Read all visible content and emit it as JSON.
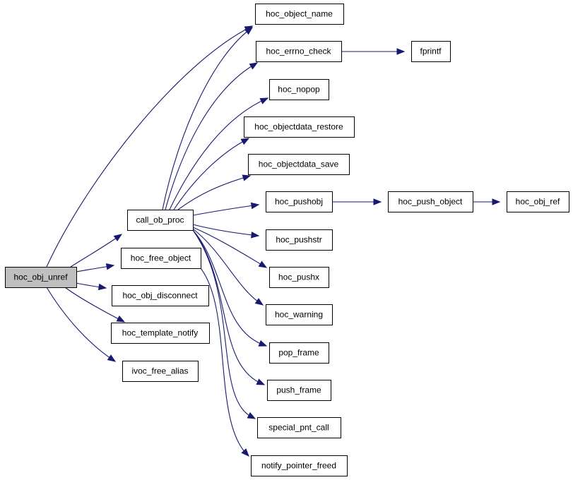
{
  "graph": {
    "colors": {
      "edge": "#191970",
      "node_border": "#000000",
      "root_fill": "#bfbfbf",
      "node_fill": "#ffffff"
    },
    "nodes": [
      {
        "id": "hoc_obj_unref",
        "label": "hoc_obj_unref",
        "root": true
      },
      {
        "id": "call_ob_proc",
        "label": "call_ob_proc"
      },
      {
        "id": "hoc_free_object",
        "label": "hoc_free_object"
      },
      {
        "id": "hoc_obj_disconnect",
        "label": "hoc_obj_disconnect"
      },
      {
        "id": "hoc_template_notify",
        "label": "hoc_template_notify"
      },
      {
        "id": "ivoc_free_alias",
        "label": "ivoc_free_alias"
      },
      {
        "id": "hoc_object_name",
        "label": "hoc_object_name"
      },
      {
        "id": "hoc_errno_check",
        "label": "hoc_errno_check"
      },
      {
        "id": "fprintf",
        "label": "fprintf"
      },
      {
        "id": "hoc_nopop",
        "label": "hoc_nopop"
      },
      {
        "id": "hoc_objectdata_restore",
        "label": "hoc_objectdata_restore"
      },
      {
        "id": "hoc_objectdata_save",
        "label": "hoc_objectdata_save"
      },
      {
        "id": "hoc_pushobj",
        "label": "hoc_pushobj"
      },
      {
        "id": "hoc_push_object",
        "label": "hoc_push_object"
      },
      {
        "id": "hoc_obj_ref",
        "label": "hoc_obj_ref"
      },
      {
        "id": "hoc_pushstr",
        "label": "hoc_pushstr"
      },
      {
        "id": "hoc_pushx",
        "label": "hoc_pushx"
      },
      {
        "id": "hoc_warning",
        "label": "hoc_warning"
      },
      {
        "id": "pop_frame",
        "label": "pop_frame"
      },
      {
        "id": "push_frame",
        "label": "push_frame"
      },
      {
        "id": "special_pnt_call",
        "label": "special_pnt_call"
      },
      {
        "id": "notify_pointer_freed",
        "label": "notify_pointer_freed"
      }
    ],
    "edges": [
      {
        "from": "hoc_obj_unref",
        "to": "hoc_object_name"
      },
      {
        "from": "hoc_obj_unref",
        "to": "call_ob_proc"
      },
      {
        "from": "hoc_obj_unref",
        "to": "hoc_free_object"
      },
      {
        "from": "hoc_obj_unref",
        "to": "hoc_obj_disconnect"
      },
      {
        "from": "hoc_obj_unref",
        "to": "hoc_template_notify"
      },
      {
        "from": "hoc_obj_unref",
        "to": "ivoc_free_alias"
      },
      {
        "from": "call_ob_proc",
        "to": "hoc_object_name"
      },
      {
        "from": "call_ob_proc",
        "to": "hoc_errno_check"
      },
      {
        "from": "call_ob_proc",
        "to": "hoc_nopop"
      },
      {
        "from": "call_ob_proc",
        "to": "hoc_objectdata_restore"
      },
      {
        "from": "call_ob_proc",
        "to": "hoc_objectdata_save"
      },
      {
        "from": "call_ob_proc",
        "to": "hoc_pushobj"
      },
      {
        "from": "call_ob_proc",
        "to": "hoc_pushstr"
      },
      {
        "from": "call_ob_proc",
        "to": "hoc_pushx"
      },
      {
        "from": "call_ob_proc",
        "to": "hoc_warning"
      },
      {
        "from": "call_ob_proc",
        "to": "pop_frame"
      },
      {
        "from": "call_ob_proc",
        "to": "push_frame"
      },
      {
        "from": "call_ob_proc",
        "to": "special_pnt_call"
      },
      {
        "from": "hoc_free_object",
        "to": "notify_pointer_freed"
      },
      {
        "from": "hoc_errno_check",
        "to": "fprintf"
      },
      {
        "from": "hoc_pushobj",
        "to": "hoc_push_object"
      },
      {
        "from": "hoc_push_object",
        "to": "hoc_obj_ref"
      }
    ]
  }
}
